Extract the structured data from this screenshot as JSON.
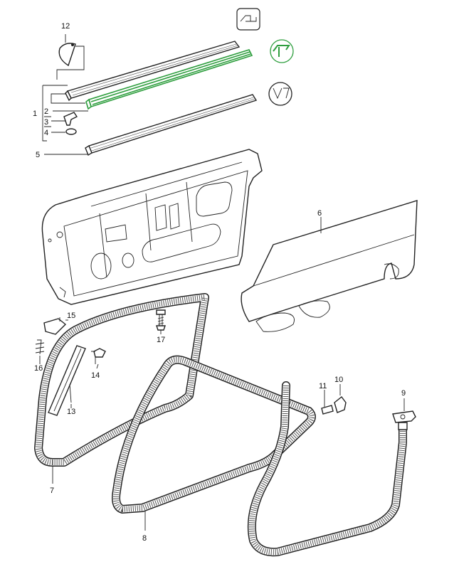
{
  "diagram": {
    "callouts": {
      "c1": "1",
      "c2": "2",
      "c3": "3",
      "c4": "4",
      "c5": "5",
      "c6": "6",
      "c7": "7",
      "c8": "8",
      "c9": "9",
      "c10": "10",
      "c11": "11",
      "c12": "12",
      "c13": "13",
      "c14": "14",
      "c15": "15",
      "c16": "16",
      "c17": "17"
    },
    "highlight_color": "#2e9e3e",
    "highlighted_part": "2"
  }
}
